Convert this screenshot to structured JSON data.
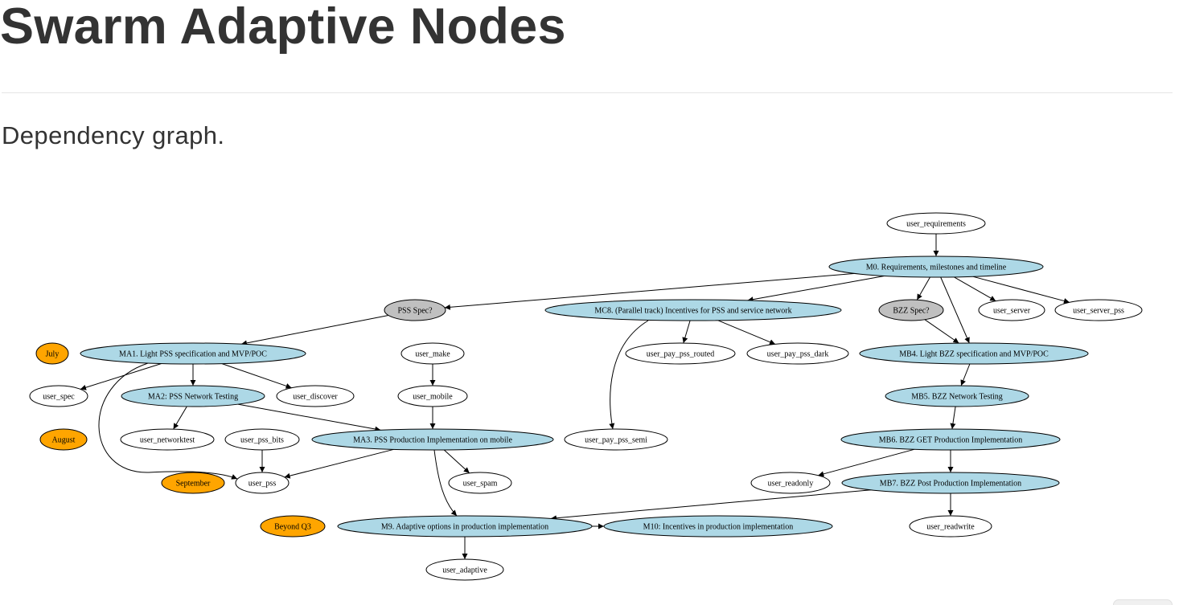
{
  "header": {
    "title": "Swarm Adaptive Nodes",
    "subtitle": "Dependency graph."
  },
  "colors": {
    "milestone_fill": "#add8e6",
    "spec_fill": "#c0c0c0",
    "user_fill": "#ffffff",
    "time_fill": "#ffa500",
    "text": "#333333",
    "rule": "#e5e5e5"
  },
  "nodes": [
    {
      "id": "user_requirements",
      "label": "user_requirements",
      "kind": "user"
    },
    {
      "id": "m0",
      "label": "M0. Requirements, milestones and timeline",
      "kind": "milestone"
    },
    {
      "id": "pss_spec",
      "label": "PSS Spec?",
      "kind": "spec"
    },
    {
      "id": "mc8",
      "label": "MC8. (Parallel track) Incentives for PSS and service network",
      "kind": "milestone"
    },
    {
      "id": "bzz_spec",
      "label": "BZZ Spec?",
      "kind": "spec"
    },
    {
      "id": "user_server",
      "label": "user_server",
      "kind": "user"
    },
    {
      "id": "user_server_pss",
      "label": "user_server_pss",
      "kind": "user"
    },
    {
      "id": "july",
      "label": "July",
      "kind": "time"
    },
    {
      "id": "ma1",
      "label": "MA1. Light PSS specification and MVP/POC",
      "kind": "milestone"
    },
    {
      "id": "user_make",
      "label": "user_make",
      "kind": "user"
    },
    {
      "id": "user_pay_pss_routed",
      "label": "user_pay_pss_routed",
      "kind": "user"
    },
    {
      "id": "user_pay_pss_dark",
      "label": "user_pay_pss_dark",
      "kind": "user"
    },
    {
      "id": "mb4",
      "label": "MB4. Light BZZ specification and MVP/POC",
      "kind": "milestone"
    },
    {
      "id": "user_spec",
      "label": "user_spec",
      "kind": "user"
    },
    {
      "id": "ma2",
      "label": "MA2: PSS Network Testing",
      "kind": "milestone"
    },
    {
      "id": "user_discover",
      "label": "user_discover",
      "kind": "user"
    },
    {
      "id": "user_mobile",
      "label": "user_mobile",
      "kind": "user"
    },
    {
      "id": "mb5",
      "label": "MB5. BZZ Network Testing",
      "kind": "milestone"
    },
    {
      "id": "august",
      "label": "August",
      "kind": "time"
    },
    {
      "id": "user_networktest",
      "label": "user_networktest",
      "kind": "user"
    },
    {
      "id": "user_pss_bits",
      "label": "user_pss_bits",
      "kind": "user"
    },
    {
      "id": "ma3",
      "label": "MA3. PSS Production Implementation on mobile",
      "kind": "milestone"
    },
    {
      "id": "user_pay_pss_semi",
      "label": "user_pay_pss_semi",
      "kind": "user"
    },
    {
      "id": "mb6",
      "label": "MB6. BZZ GET Production Implementation",
      "kind": "milestone"
    },
    {
      "id": "september",
      "label": "September",
      "kind": "time"
    },
    {
      "id": "user_pss",
      "label": "user_pss",
      "kind": "user"
    },
    {
      "id": "user_spam",
      "label": "user_spam",
      "kind": "user"
    },
    {
      "id": "user_readonly",
      "label": "user_readonly",
      "kind": "user"
    },
    {
      "id": "mb7",
      "label": "MB7. BZZ Post Production Implementation",
      "kind": "milestone"
    },
    {
      "id": "beyond_q3",
      "label": "Beyond Q3",
      "kind": "time"
    },
    {
      "id": "m9",
      "label": "M9. Adaptive options in production implementation",
      "kind": "milestone"
    },
    {
      "id": "m10",
      "label": "M10: Incentives in production implementation",
      "kind": "milestone"
    },
    {
      "id": "user_readwrite",
      "label": "user_readwrite",
      "kind": "user"
    },
    {
      "id": "user_adaptive",
      "label": "user_adaptive",
      "kind": "user"
    }
  ],
  "edges": [
    {
      "from": "user_requirements",
      "to": "m0"
    },
    {
      "from": "m0",
      "to": "pss_spec"
    },
    {
      "from": "m0",
      "to": "mc8"
    },
    {
      "from": "m0",
      "to": "bzz_spec"
    },
    {
      "from": "m0",
      "to": "mb4"
    },
    {
      "from": "m0",
      "to": "user_server"
    },
    {
      "from": "m0",
      "to": "user_server_pss"
    },
    {
      "from": "pss_spec",
      "to": "ma1"
    },
    {
      "from": "mc8",
      "to": "user_pay_pss_routed"
    },
    {
      "from": "mc8",
      "to": "user_pay_pss_dark"
    },
    {
      "from": "mc8",
      "to": "user_pay_pss_semi"
    },
    {
      "from": "bzz_spec",
      "to": "mb4"
    },
    {
      "from": "ma1",
      "to": "user_spec"
    },
    {
      "from": "ma1",
      "to": "ma2"
    },
    {
      "from": "ma1",
      "to": "user_discover"
    },
    {
      "from": "ma1",
      "to": "user_pss"
    },
    {
      "from": "user_make",
      "to": "user_mobile"
    },
    {
      "from": "user_mobile",
      "to": "ma3"
    },
    {
      "from": "mb4",
      "to": "mb5"
    },
    {
      "from": "ma2",
      "to": "user_networktest"
    },
    {
      "from": "ma2",
      "to": "ma3"
    },
    {
      "from": "user_pss_bits",
      "to": "user_pss"
    },
    {
      "from": "ma3",
      "to": "user_pss"
    },
    {
      "from": "ma3",
      "to": "user_spam"
    },
    {
      "from": "ma3",
      "to": "m9"
    },
    {
      "from": "mb5",
      "to": "mb6"
    },
    {
      "from": "mb6",
      "to": "user_readonly"
    },
    {
      "from": "mb6",
      "to": "mb7"
    },
    {
      "from": "mb7",
      "to": "m9"
    },
    {
      "from": "mb7",
      "to": "user_readwrite"
    },
    {
      "from": "m9",
      "to": "m10"
    },
    {
      "from": "m9",
      "to": "user_adaptive"
    }
  ]
}
